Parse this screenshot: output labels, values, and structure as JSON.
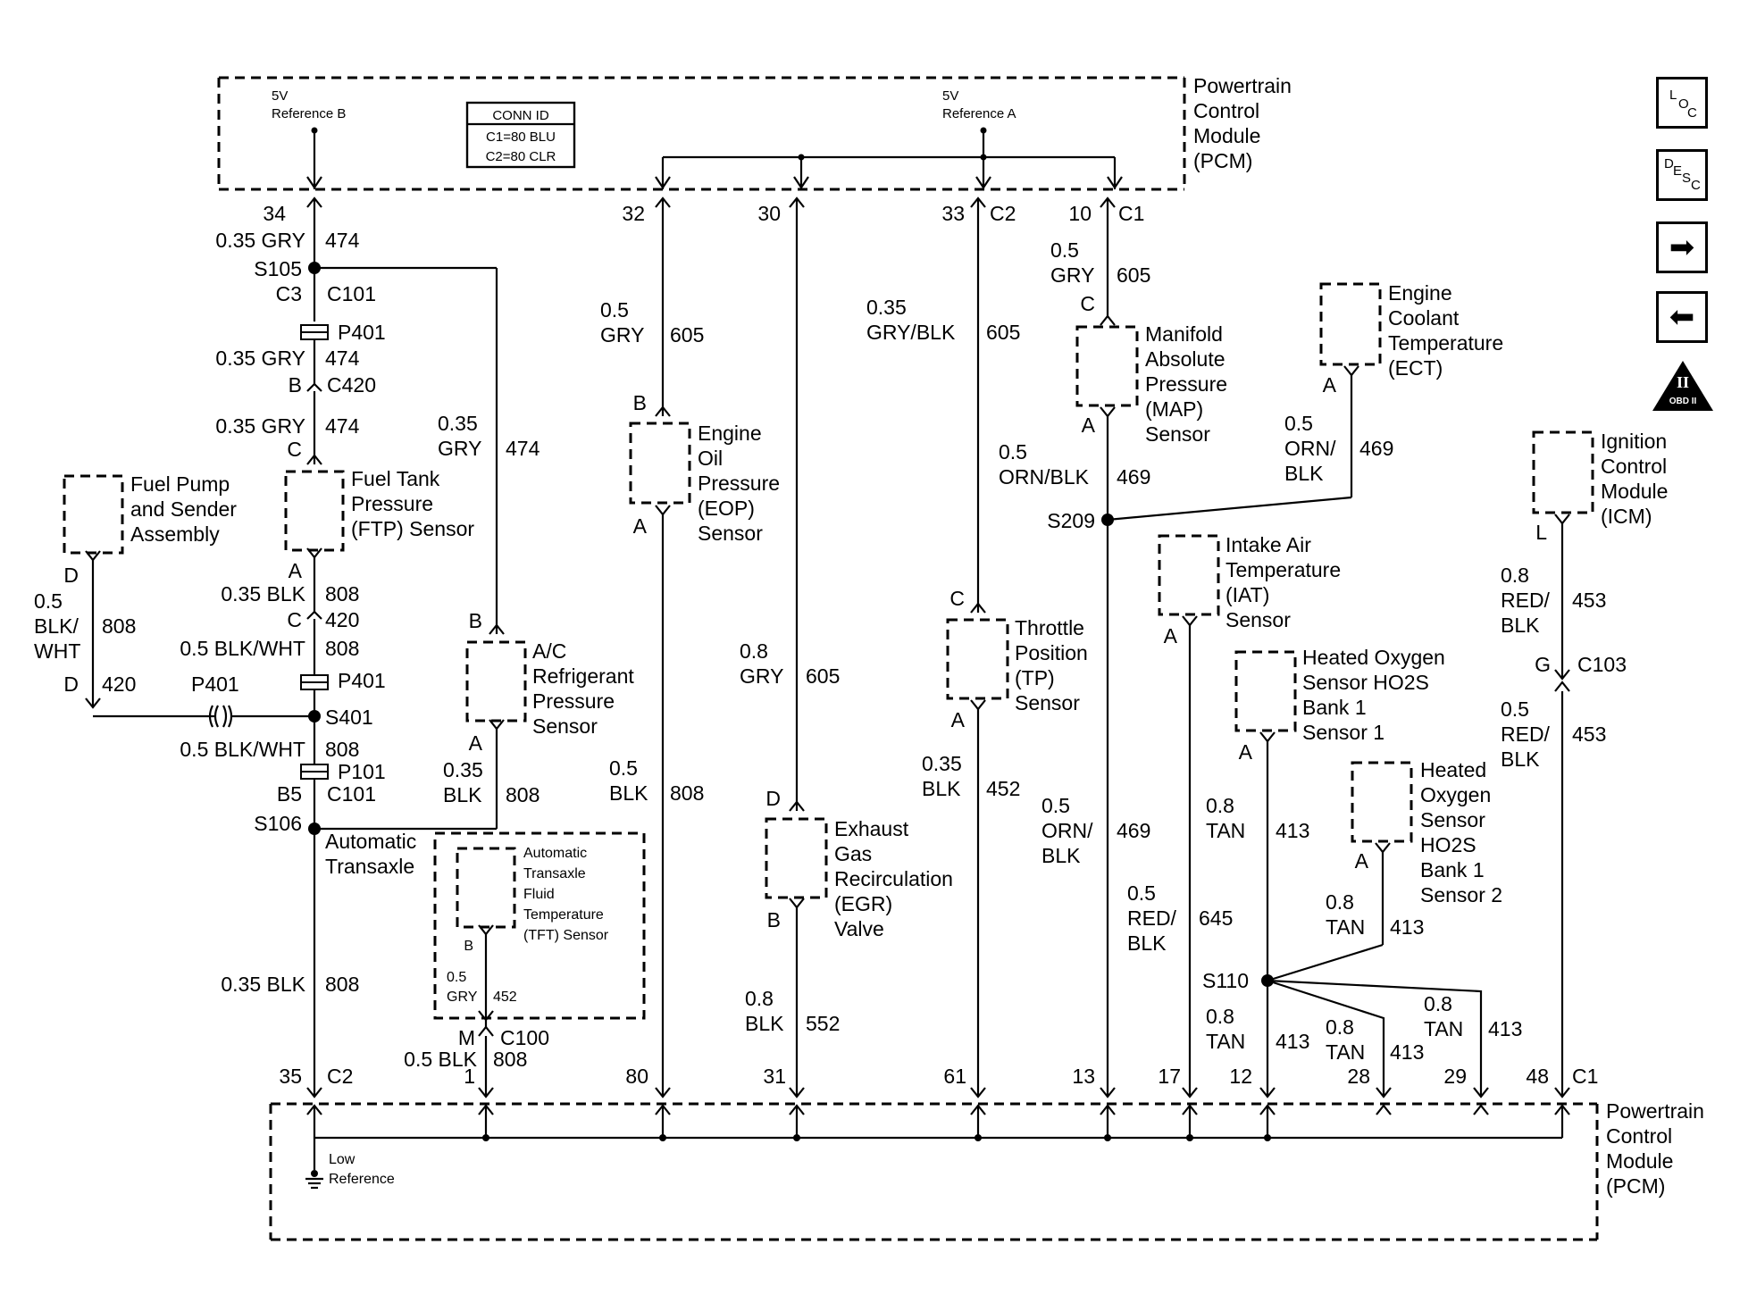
{
  "modules": {
    "pcm_top": {
      "lines": [
        "Powertrain",
        "Control",
        "Module",
        "(PCM)"
      ]
    },
    "pcm_bottom": {
      "lines": [
        "Powertrain",
        "Control",
        "Module",
        "(PCM)"
      ]
    },
    "conn_id": {
      "title": "CONN ID",
      "rows": [
        "C1=80 BLU",
        "C2=80 CLR"
      ]
    },
    "ref_b": {
      "lines": [
        "5V",
        "Reference B"
      ]
    },
    "ref_a": {
      "lines": [
        "5V",
        "Reference A"
      ]
    },
    "low_ref": {
      "lines": [
        "Low",
        "Reference"
      ]
    }
  },
  "components": {
    "fuel_pump": {
      "lines": [
        "Fuel Pump",
        "and Sender",
        "Assembly"
      ]
    },
    "ftp": {
      "lines": [
        "Fuel Tank",
        "Pressure",
        "(FTP) Sensor"
      ]
    },
    "ac": {
      "lines": [
        "A/C",
        "Refrigerant",
        "Pressure",
        "Sensor"
      ]
    },
    "eop": {
      "lines": [
        "Engine",
        "Oil",
        "Pressure",
        "(EOP)",
        "Sensor"
      ]
    },
    "egr": {
      "lines": [
        "Exhaust",
        "Gas",
        "Recirculation",
        "(EGR)",
        "Valve"
      ]
    },
    "tp": {
      "lines": [
        "Throttle",
        "Position",
        "(TP)",
        "Sensor"
      ]
    },
    "map": {
      "lines": [
        "Manifold",
        "Absolute",
        "Pressure",
        "(MAP)",
        "Sensor"
      ]
    },
    "ect": {
      "lines": [
        "Engine",
        "Coolant",
        "Temperature",
        "(ECT)"
      ]
    },
    "iat": {
      "lines": [
        "Intake Air",
        "Temperature",
        "(IAT)",
        "Sensor"
      ]
    },
    "ho2s1": {
      "lines": [
        "Heated Oxygen",
        "Sensor HO2S",
        "Bank 1",
        "Sensor 1"
      ]
    },
    "ho2s2": {
      "lines": [
        "Heated",
        "Oxygen",
        "Sensor",
        "HO2S",
        "Bank 1",
        "Sensor 2"
      ]
    },
    "icm": {
      "lines": [
        "Ignition",
        "Control",
        "Module",
        "(ICM)"
      ]
    },
    "trans": {
      "lines": [
        "Automatic",
        "Transaxle"
      ]
    },
    "tft": {
      "lines": [
        "Automatic",
        "Transaxle",
        "Fluid",
        "Temperature",
        "(TFT) Sensor"
      ]
    }
  },
  "labels": {
    "col1": [
      "34",
      "0.35 GRY",
      "474",
      "S105",
      "C3",
      "C101",
      "P401",
      "0.35 GRY",
      "474",
      "B",
      "C420",
      "0.35 GRY",
      "474",
      "C",
      "A",
      "0.35 BLK",
      "808",
      "C",
      "420",
      "0.5 BLK/WHT",
      "808",
      "P401",
      "S401",
      "0.5 BLK/WHT",
      "808",
      "P101",
      "B5",
      "C101",
      "S106",
      "0.35 BLK",
      "808",
      "35",
      "C2"
    ],
    "fuelpump_wire": [
      "D",
      "0.5",
      "BLK/",
      "WHT",
      "808",
      "D",
      "420",
      "P401"
    ],
    "ac_wire": [
      "0.35",
      "GRY",
      "474",
      "B",
      "A",
      "0.35",
      "BLK",
      "808"
    ],
    "tft_wire": [
      "B",
      "0.5",
      "GRY",
      "452",
      "M",
      "C100",
      "0.5 BLK",
      "808",
      "1"
    ],
    "eop_wire": [
      "32",
      "0.5",
      "GRY",
      "605",
      "B",
      "A",
      "0.5",
      "BLK",
      "808",
      "80"
    ],
    "egr_wire": [
      "30",
      "0.8",
      "GRY",
      "605",
      "D",
      "B",
      "0.8",
      "BLK",
      "552",
      "31"
    ],
    "tp_wire": [
      "33",
      "C2",
      "0.35",
      "GRY/BLK",
      "605",
      "C",
      "A",
      "0.35",
      "BLK",
      "452",
      "61"
    ],
    "map_wire": [
      "10",
      "C1",
      "0.5",
      "GRY",
      "605",
      "C",
      "A",
      "0.5",
      "ORN/BLK",
      "469",
      "S209",
      "0.5",
      "ORN/",
      "BLK",
      "469",
      "13"
    ],
    "ect_wire": [
      "A",
      "0.5",
      "ORN/",
      "BLK",
      "469"
    ],
    "iat_wire": [
      "A",
      "0.5",
      "RED/",
      "BLK",
      "645",
      "17"
    ],
    "ho2s1_wire": [
      "A",
      "0.8",
      "TAN",
      "413",
      "S110",
      "0.8",
      "TAN",
      "413",
      "12"
    ],
    "ho2s2_wire": [
      "A",
      "0.8",
      "TAN",
      "413"
    ],
    "s110_branches": [
      "0.8",
      "TAN",
      "413",
      "28",
      "0.8",
      "TAN",
      "413",
      "29"
    ],
    "icm_wire": [
      "L",
      "0.8",
      "RED/",
      "BLK",
      "453",
      "G",
      "C103",
      "0.5",
      "RED/",
      "BLK",
      "453",
      "48",
      "C1"
    ]
  },
  "nav": {
    "loc": [
      "L",
      "O",
      "C"
    ],
    "desc": [
      "D",
      "E",
      "S",
      "C"
    ],
    "next": "➡",
    "prev": "⬅",
    "obd": {
      "roman": "II",
      "label": "OBD II"
    }
  }
}
